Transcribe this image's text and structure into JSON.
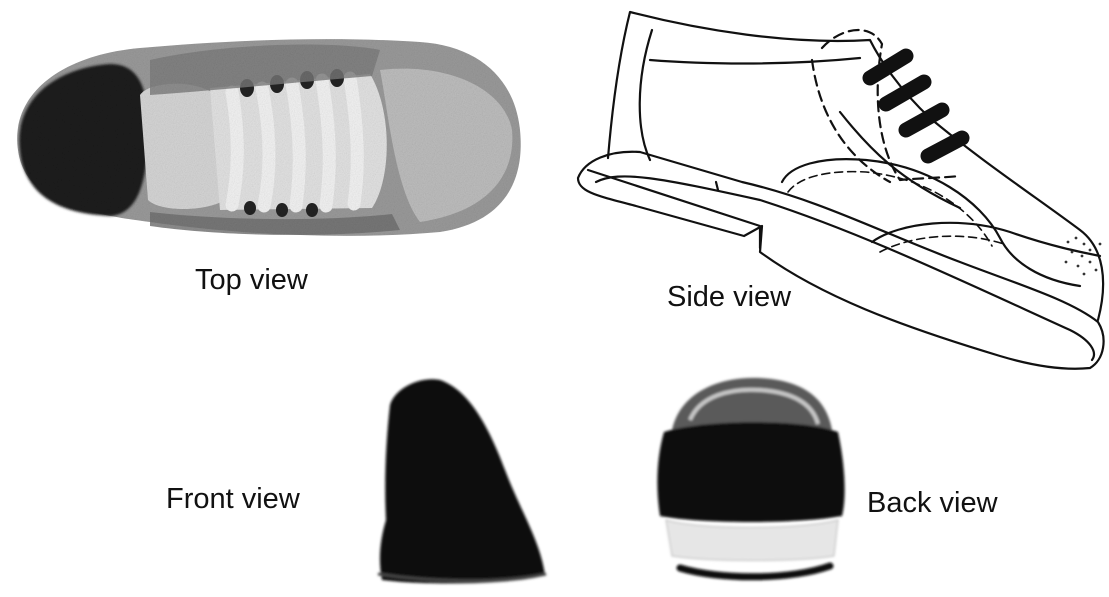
{
  "figure": {
    "labels": {
      "top": "Top view",
      "side": "Side view",
      "front": "Front view",
      "back": "Back view"
    },
    "colors": {
      "ink": "#111111",
      "shoe_dark": "#1a1a1a",
      "shoe_mid": "#8a8a8a",
      "shoe_light": "#d9d9d9",
      "background": "#ffffff"
    }
  }
}
